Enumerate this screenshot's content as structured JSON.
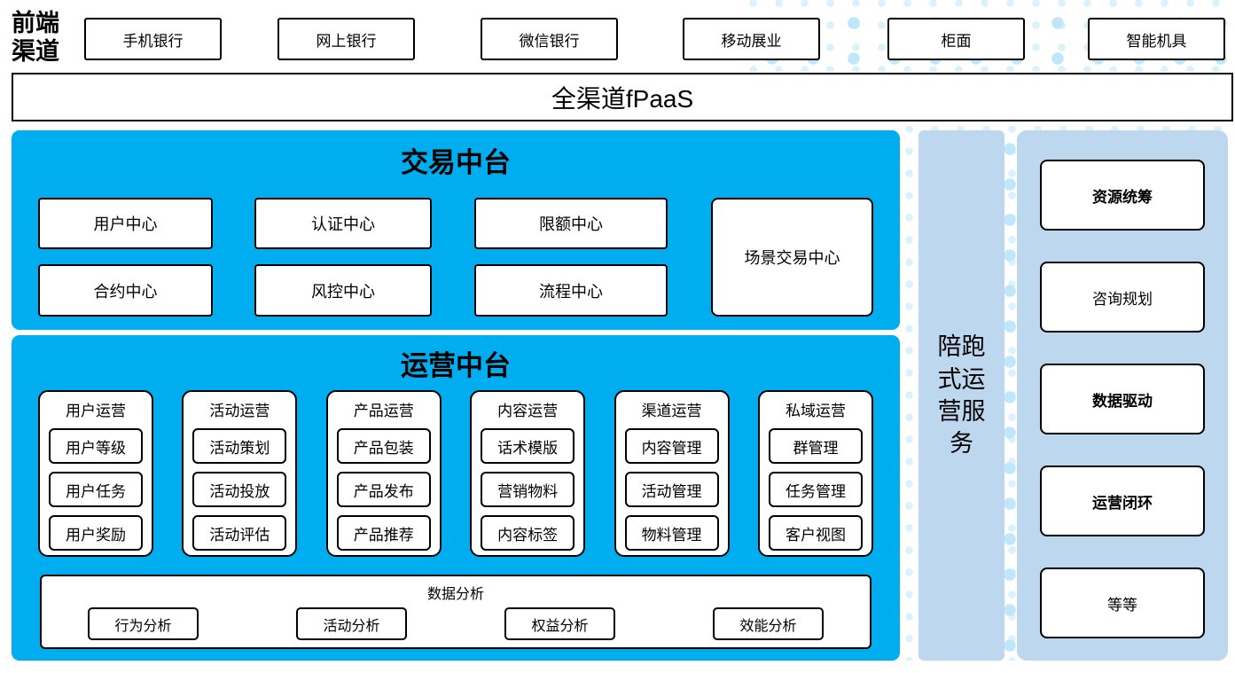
{
  "front_channels": {
    "label": "前端渠道",
    "items": [
      "手机银行",
      "网上银行",
      "微信银行",
      "移动展业",
      "柜面",
      "智能机具"
    ]
  },
  "fpaas_bar": {
    "label": "全渠道fPaaS"
  },
  "trade_platform": {
    "title": "交易中台",
    "row1": [
      "用户中心",
      "认证中心",
      "限额中心"
    ],
    "row2": [
      "合约中心",
      "风控中心",
      "流程中心"
    ],
    "tall_item": "场景交易中心"
  },
  "ops_platform": {
    "title": "运营中台",
    "groups": [
      {
        "title": "用户运营",
        "items": [
          "用户等级",
          "用户任务",
          "用户奖励"
        ]
      },
      {
        "title": "活动运营",
        "items": [
          "活动策划",
          "活动投放",
          "活动评估"
        ]
      },
      {
        "title": "产品运营",
        "items": [
          "产品包装",
          "产品发布",
          "产品推荐"
        ]
      },
      {
        "title": "内容运营",
        "items": [
          "话术模版",
          "营销物料",
          "内容标签"
        ]
      },
      {
        "title": "渠道运营",
        "items": [
          "内容管理",
          "活动管理",
          "物料管理"
        ]
      },
      {
        "title": "私域运营",
        "items": [
          "群管理",
          "任务管理",
          "客户视图"
        ]
      }
    ],
    "analysis": {
      "title": "数据分析",
      "items": [
        "行为分析",
        "活动分析",
        "权益分析",
        "效能分析"
      ]
    }
  },
  "side_bar": {
    "label": "陪跑式运营服务"
  },
  "right_panel": {
    "items": [
      {
        "label": "资源统筹",
        "bold": true
      },
      {
        "label": "咨询规划",
        "bold": false
      },
      {
        "label": "数据驱动",
        "bold": true
      },
      {
        "label": "运营闭环",
        "bold": true
      },
      {
        "label": "等等",
        "bold": false
      }
    ]
  },
  "colors": {
    "primary_blue": "#00AEF0",
    "light_blue": "#BDD7EE",
    "dot_strong": "#BFE7F9",
    "dot_light": "#DAF2FC"
  }
}
